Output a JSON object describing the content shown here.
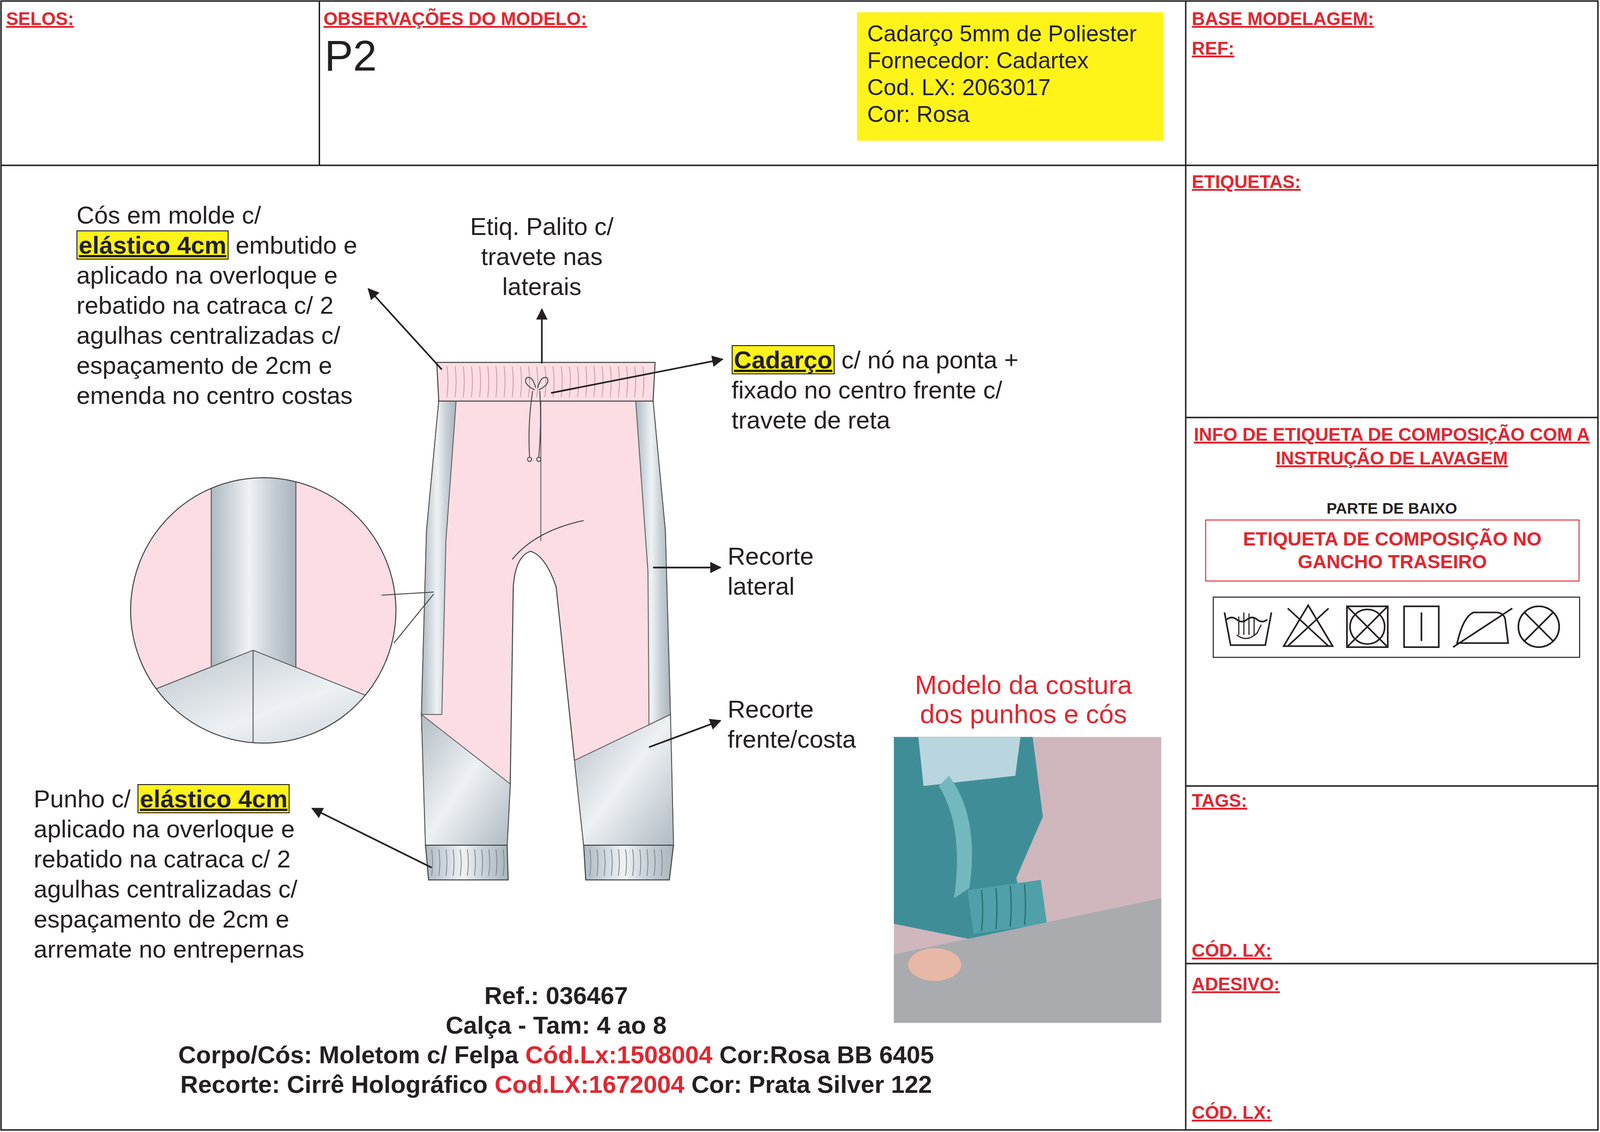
{
  "diagram": {
    "nodes": [
      {
        "text": [
          "SELOS:"
        ]
      },
      {
        "text": [
          "OBSERVAÇÕES DO MODELO:",
          "P2"
        ]
      },
      {
        "text": [
          "Cadarço 5mm de Poliester",
          "Fornecedor: Cadartex",
          "Cod. LX: 2063017",
          "Cor: Rosa"
        ],
        "in": 1
      },
      {
        "text": [
          "BASE MODELAGEM:",
          "REF:"
        ]
      },
      {
        "text": [
          "ETIQUETAS:"
        ]
      },
      {
        "text": [
          "INFO DE ETIQUETA DE COMPOSIÇÃO COM A INSTRUÇÃO DE LAVAGEM",
          "PARTE DE BAIXO"
        ]
      },
      {
        "text": [
          "ETIQUETA DE COMPOSIÇÃO NO GANCHO TRASEIRO"
        ],
        "in": 5
      },
      {
        "text": [
          "TAGS:",
          "CÓD. LX:"
        ]
      },
      {
        "text": [
          "ADESIVO:",
          "CÓD. LX:"
        ]
      }
    ],
    "labels": [
      "Cós em molde c/",
      "elástico 4cm",
      "embutido e aplicado na overloque e rebatido na catraca c/ 2 agulhas centralizadas c/ espaçamento de 2cm e emenda no centro costas",
      "Etiq. Palito c/ travete nas laterais",
      "Cadarço",
      "c/ nó na ponta + fixado no centro frente c/ travete de reta",
      "Recorte lateral",
      "Recorte frente/costa",
      "Punho c/",
      "elástico 4cm",
      "aplicado na overloque e rebatido na catraca c/ 2 agulhas centralizadas c/ espaçamento de 2cm e arremate no entrepernas",
      "Modelo da costura dos punhos e cós",
      "Ref.: 036467",
      "Calça - Tam: 4 ao 8",
      "Corpo/Cós: Moletom c/ Felpa",
      "Cód.Lx:1508004",
      "Cor:Rosa BB 6405",
      "Recorte: Cirrê Holográfico",
      "Cod.LX:1672004",
      "Cor: Prata Silver 122"
    ]
  }
}
